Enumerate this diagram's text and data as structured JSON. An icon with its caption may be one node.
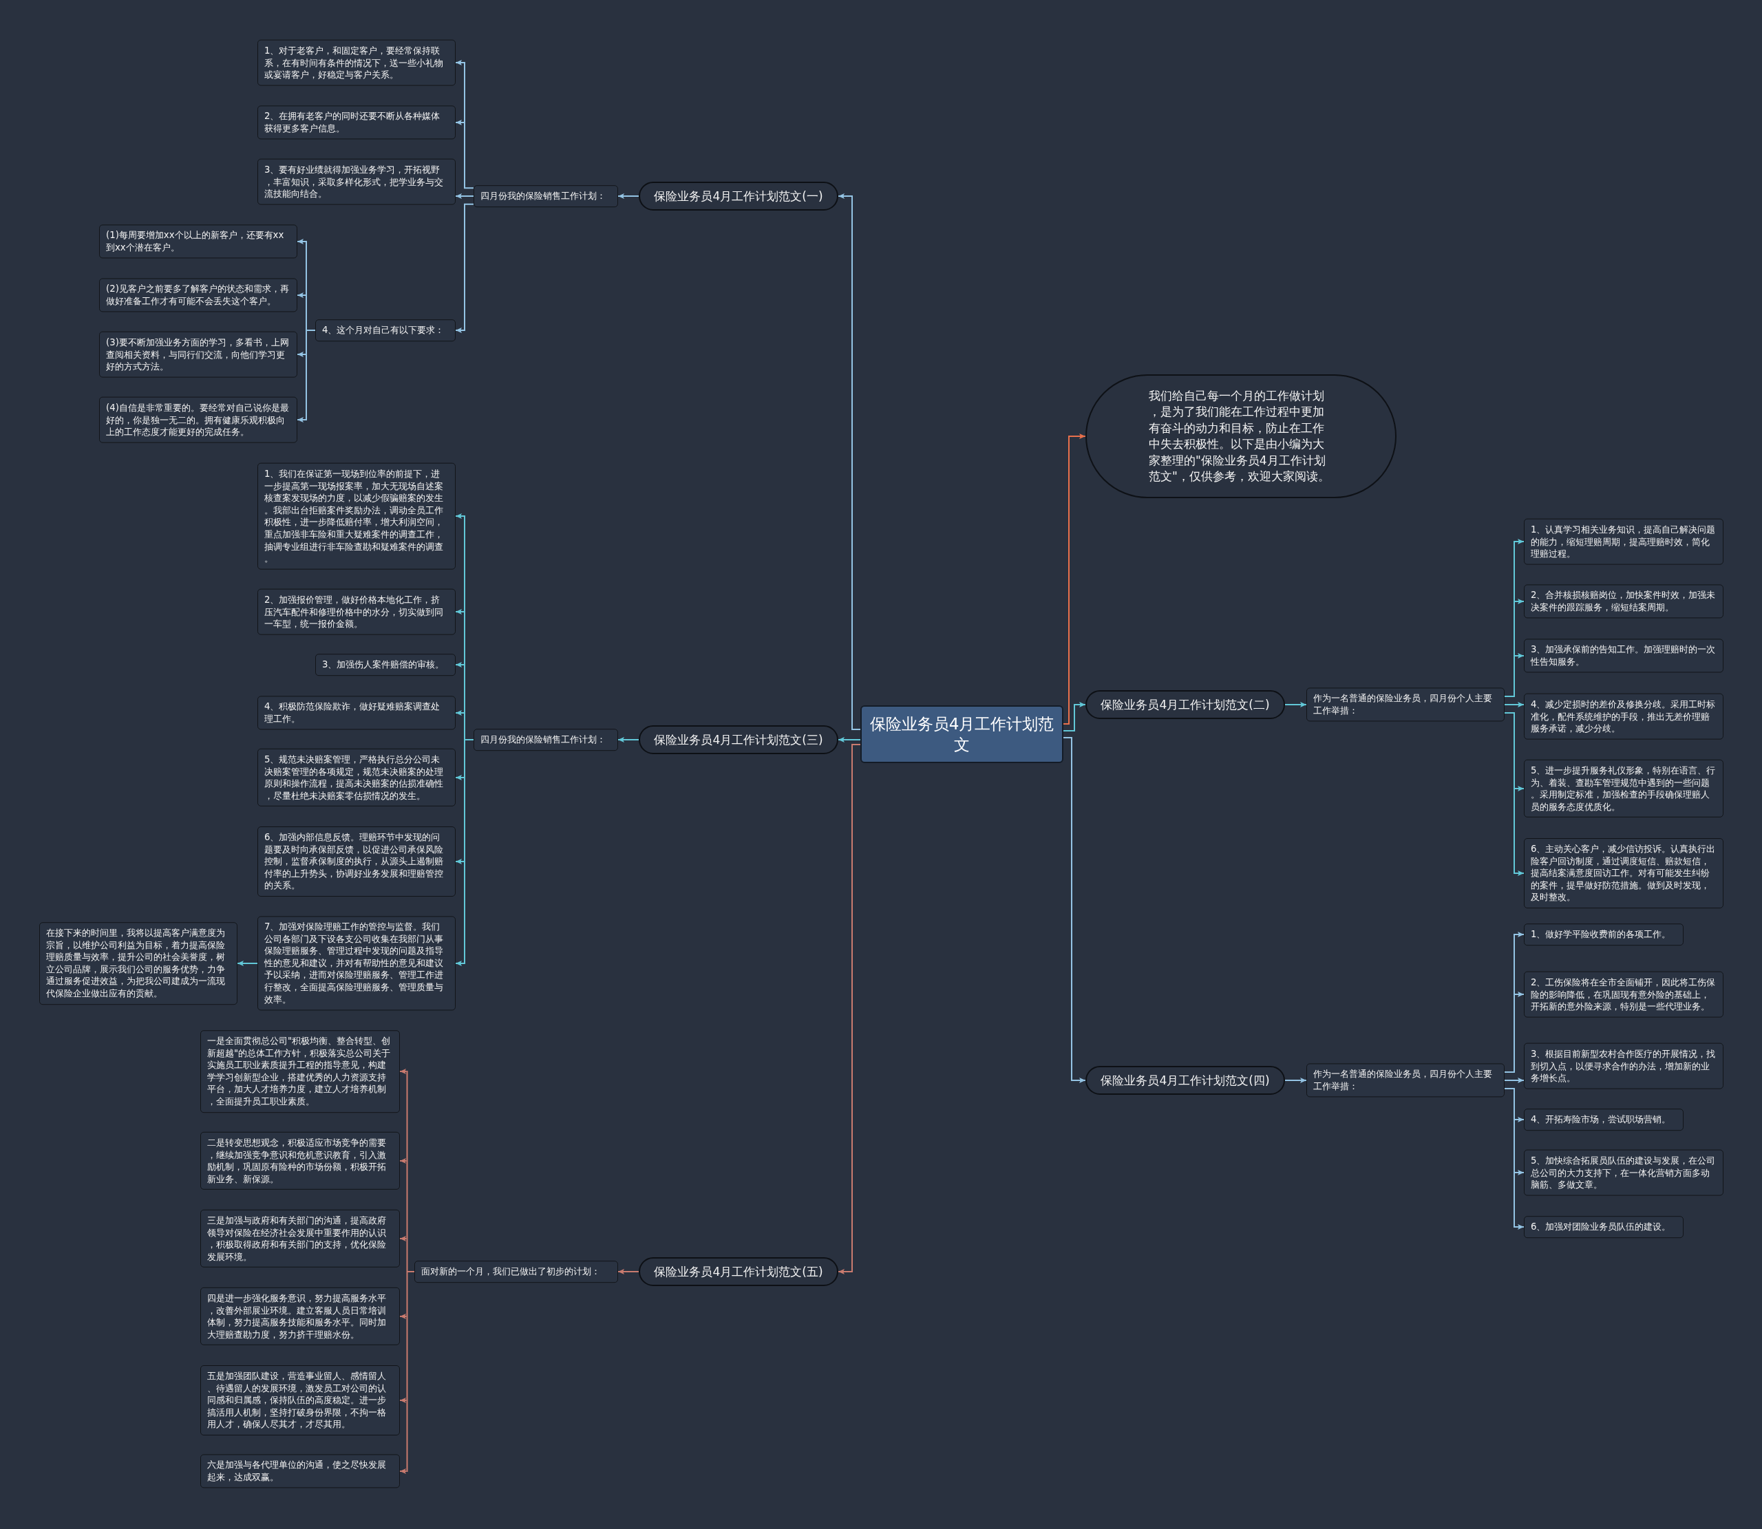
{
  "diagram": {
    "nodes": [
      {
        "text": [
          "保险业务员4月工作计划范文"
        ]
      },
      {
        "text": [
          "我们给自己每一个月的工作做计划，是为了我们能在工作过程中更加有奋斗的动力和目标，防止在工作中失去积极性。以下是由小编为大家整理的\"保险业务员4月工作计划范文\"，仅供参考，欢迎大家阅读。"
        ]
      },
      {
        "text": [
          "保险业务员4月工作计划范文(二)"
        ]
      },
      {
        "text": [
          "作为一名普通的保险业务员，四月份个人主要工作举措："
        ]
      },
      {
        "text": [
          "1、认真学习相关业务知识，提高自己解决问题的能力，缩短理赔周期，提高理赔时效，简化理赔过程。"
        ]
      },
      {
        "text": [
          "2、合并核损核赔岗位，加快案件时效，加强未决案件的跟踪服务，缩短结案周期。"
        ]
      },
      {
        "text": [
          "3、加强承保前的告知工作。加强理赔时的一次性告知服务。"
        ]
      },
      {
        "text": [
          "4、减少定损时的差价及修换分歧。采用工时标准化，配件系统维护的手段，推出无差价理赔服务承诺，减少分歧。"
        ]
      },
      {
        "text": [
          "5、进一步提升服务礼仪形象，特别在语言、行为、着装、查勘车管理规范中遇到的一些问题。采用制定标准，加强检查的手段确保理赔人员的服务态度优质化。"
        ]
      },
      {
        "text": [
          "6、主动关心客户，减少信访投诉。认真执行出险客户回访制度，通过调度短信、赔款短信，提高结案满意度回访工作。对有可能发生纠纷的案件，提早做好防范措施。做到及时发现，及时整改。"
        ]
      },
      {
        "text": [
          "保险业务员4月工作计划范文(四)"
        ]
      },
      {
        "text": [
          "作为一名普通的保险业务员，四月份个人主要工作举措："
        ]
      },
      {
        "text": [
          "1、做好学平险收费前的各项工作。"
        ]
      },
      {
        "text": [
          "2、工伤保险将在全市全面铺开，因此将工伤保险的影响降低，在巩固现有意外险的基础上，开拓新的意外险来源，特别是一些代理业务。"
        ]
      },
      {
        "text": [
          "3、根据目前新型农村合作医疗的开展情况，找到切入点，以便寻求合作的办法，增加新的业务增长点。"
        ]
      },
      {
        "text": [
          "4、开拓寿险市场，尝试职场营销。"
        ]
      },
      {
        "text": [
          "5、加快综合拓展员队伍的建设与发展，在公司总公司的大力支持下，在一体化营销方面多动脑筋、多做文章。"
        ]
      },
      {
        "text": [
          "6、加强对团险业务员队伍的建设。"
        ]
      },
      {
        "text": [
          "保险业务员4月工作计划范文(一)"
        ]
      },
      {
        "text": [
          "四月份我的保险销售工作计划："
        ]
      },
      {
        "text": [
          "1、对于老客户，和固定客户，要经常保持联系，在有时间有条件的情况下，送一些小礼物或宴请客户，好稳定与客户关系。"
        ]
      },
      {
        "text": [
          "2、在拥有老客户的同时还要不断从各种媒体获得更多客户信息。"
        ]
      },
      {
        "text": [
          "3、要有好业绩就得加强业务学习，开拓视野，丰富知识，采取多样化形式，把学业务与交流技能向结合。"
        ]
      },
      {
        "text": [
          "4、这个月对自己有以下要求："
        ]
      },
      {
        "text": [
          "(1)每周要增加xx个以上的新客户，还要有xx到xx个潜在客户。"
        ]
      },
      {
        "text": [
          "(2)见客户之前要多了解客户的状态和需求，再做好准备工作才有可能不会丢失这个客户。"
        ]
      },
      {
        "text": [
          "(3)要不断加强业务方面的学习，多看书，上网查阅相关资料，与同行们交流，向他们学习更好的方式方法。"
        ]
      },
      {
        "text": [
          "(4)自信是非常重要的。要经常对自己说你是最好的，你是独一无二的。拥有健康乐观积极向上的工作态度才能更好的完成任务。"
        ]
      },
      {
        "text": [
          "保险业务员4月工作计划范文(三)"
        ]
      },
      {
        "text": [
          "四月份我的保险销售工作计划："
        ]
      },
      {
        "text": [
          "1、我们在保证第一现场到位率的前提下，进一步提高第一现场报案率，加大无现场自述案核查案发现场的力度，以减少假骗赔案的发生。我部出台拒赔案件奖励办法，调动全员工作积极性，进一步降低赔付率，增大利润空间，重点加强非车险和重大疑难案件的调查工作，抽调专业组进行非车险查勘和疑难案件的调查。"
        ]
      },
      {
        "text": [
          "2、加强报价管理，做好价格本地化工作，挤压汽车配件和修理价格中的水分，切实做到同一车型，统一报价金额。"
        ]
      },
      {
        "text": [
          "3、加强伤人案件赔偿的审核。"
        ]
      },
      {
        "text": [
          "4、积极防范保险欺诈，做好疑难赔案调查处理工作。"
        ]
      },
      {
        "text": [
          "5、规范未决赔案管理，严格执行总分公司未决赔案管理的各项规定，规范未决赔案的处理原则和操作流程，提高未决赔案的估损准确性，尽量杜绝未决赔案零估损情况的发生。"
        ]
      },
      {
        "text": [
          "6、加强内部信息反馈。理赔环节中发现的问题要及时向承保部反馈，以促进公司承保风险控制，监督承保制度的执行，从源头上遏制赔付率的上升势头，协调好业务发展和理赔管控的关系。"
        ]
      },
      {
        "text": [
          "7、加强对保险理赔工作的管控与监督。我们公司各部门及下设各支公司收集在我部门从事保险理赔服务、管理过程中发现的问题及指导性的意见和建议，并对有帮助性的意见和建议予以采纳，进而对保险理赔服务、管理工作进行整改，全面提高保险理赔服务、管理质量与效率。"
        ]
      },
      {
        "text": [
          "在接下来的时间里，我将以提高客户满意度为宗旨，以维护公司利益为目标，着力提高保险理赔质量与效率，提升公司的社会美誉度，树立公司品牌，展示我们公司的服务优势，力争通过服务促进效益，为把我公司建成为一流现代保险企业做出应有的贡献。"
        ]
      },
      {
        "text": [
          "保险业务员4月工作计划范文(五)"
        ]
      },
      {
        "text": [
          "面对新的一个月，我们已做出了初步的计划："
        ]
      },
      {
        "text": [
          "一是全面贯彻总公司\"积极均衡、整合转型、创新超越\"的总体工作方针，积极落实总公司关于实施员工职业素质提升工程的指导意见，构建学学习创新型企业，搭建优秀的人力资源支持平台，加大人才培养力度，建立人才培养机制，全面提升员工职业素质。"
        ]
      },
      {
        "text": [
          "二是转变思想观念，积极适应市场竞争的需要，继续加强竞争意识和危机意识教育，引入激励机制，巩固原有险种的市场份额，积极开拓新业务、新保源。"
        ]
      },
      {
        "text": [
          "三是加强与政府和有关部门的沟通，提高政府领导对保险在经济社会发展中重要作用的认识，积极取得政府和有关部门的支持，优化保险发展环境。"
        ]
      },
      {
        "text": [
          "四是进一步强化服务意识，努力提高服务水平，改善外部展业环境。建立客服人员日常培训体制，努力提高服务技能和服务水平。同时加大理赔查勘力度，努力挤干理赔水份。"
        ]
      },
      {
        "text": [
          "五是加强团队建设，营造事业留人、感情留人、待遇留人的发展环境，激发员工对公司的认同感和归属感，保持队伍的高度稳定。进一步搞活用人机制，坚持打破身份界限，不拘一格用人才，确保人尽其才，才尽其用。"
        ]
      },
      {
        "text": [
          "六是加强与各代理单位的沟通，使之尽快发展起来，达成双赢。"
        ]
      }
    ],
    "edges": [
      {
        "from": 0,
        "to": 1,
        "arrow": "to",
        "color": "#e8704c"
      },
      {
        "from": 0,
        "to": 2,
        "arrow": "to",
        "color": "#62c8d8"
      },
      {
        "from": 2,
        "to": 3,
        "arrow": "to",
        "color": "#62c8d8"
      },
      {
        "from": 3,
        "to": 4,
        "arrow": "to",
        "color": "#62c8d8"
      },
      {
        "from": 3,
        "to": 5,
        "arrow": "to",
        "color": "#62c8d8"
      },
      {
        "from": 3,
        "to": 6,
        "arrow": "to",
        "color": "#62c8d8"
      },
      {
        "from": 3,
        "to": 7,
        "arrow": "to",
        "color": "#62c8d8"
      },
      {
        "from": 3,
        "to": 8,
        "arrow": "to",
        "color": "#62c8d8"
      },
      {
        "from": 3,
        "to": 9,
        "arrow": "to",
        "color": "#62c8d8"
      },
      {
        "from": 0,
        "to": 10,
        "arrow": "to"
      },
      {
        "from": 10,
        "to": 11,
        "arrow": "to"
      },
      {
        "from": 11,
        "to": 12,
        "arrow": "to"
      },
      {
        "from": 11,
        "to": 13,
        "arrow": "to"
      },
      {
        "from": 11,
        "to": 14,
        "arrow": "to"
      },
      {
        "from": 11,
        "to": 15,
        "arrow": "to"
      },
      {
        "from": 11,
        "to": 16,
        "arrow": "to"
      },
      {
        "from": 11,
        "to": 17,
        "arrow": "to"
      },
      {
        "from": 0,
        "to": 18,
        "arrow": "to"
      },
      {
        "from": 18,
        "to": 19,
        "arrow": "to"
      },
      {
        "from": 19,
        "to": 20,
        "arrow": "to"
      },
      {
        "from": 19,
        "to": 21,
        "arrow": "to"
      },
      {
        "from": 19,
        "to": 22,
        "arrow": "to"
      },
      {
        "from": 19,
        "to": 23,
        "arrow": "to"
      },
      {
        "from": 23,
        "to": 24,
        "arrow": "to"
      },
      {
        "from": 23,
        "to": 25,
        "arrow": "to"
      },
      {
        "from": 23,
        "to": 26,
        "arrow": "to"
      },
      {
        "from": 23,
        "to": 27,
        "arrow": "to"
      },
      {
        "from": 0,
        "to": 28,
        "arrow": "to",
        "color": "#62c8d8"
      },
      {
        "from": 28,
        "to": 29,
        "arrow": "to",
        "color": "#62c8d8"
      },
      {
        "from": 29,
        "to": 30,
        "arrow": "to",
        "color": "#62c8d8"
      },
      {
        "from": 29,
        "to": 31,
        "arrow": "to",
        "color": "#62c8d8"
      },
      {
        "from": 29,
        "to": 32,
        "arrow": "to",
        "color": "#62c8d8"
      },
      {
        "from": 29,
        "to": 33,
        "arrow": "to",
        "color": "#62c8d8"
      },
      {
        "from": 29,
        "to": 34,
        "arrow": "to",
        "color": "#62c8d8"
      },
      {
        "from": 29,
        "to": 35,
        "arrow": "to",
        "color": "#62c8d8"
      },
      {
        "from": 29,
        "to": 36,
        "arrow": "to",
        "color": "#62c8d8"
      },
      {
        "from": 36,
        "to": 37,
        "arrow": "to",
        "color": "#62c8d8"
      },
      {
        "from": 0,
        "to": 38,
        "arrow": "to",
        "color": "#c97b6f"
      },
      {
        "from": 38,
        "to": 39,
        "arrow": "to",
        "color": "#c97b6f"
      },
      {
        "from": 39,
        "to": 40,
        "arrow": "to",
        "color": "#c97b6f"
      },
      {
        "from": 39,
        "to": 41,
        "arrow": "to",
        "color": "#c97b6f"
      },
      {
        "from": 39,
        "to": 42,
        "arrow": "to",
        "color": "#c97b6f"
      },
      {
        "from": 39,
        "to": 43,
        "arrow": "to",
        "color": "#c97b6f"
      },
      {
        "from": 39,
        "to": 44,
        "arrow": "to",
        "color": "#c97b6f"
      },
      {
        "from": 39,
        "to": 45,
        "arrow": "to",
        "color": "#c97b6f"
      }
    ]
  }
}
